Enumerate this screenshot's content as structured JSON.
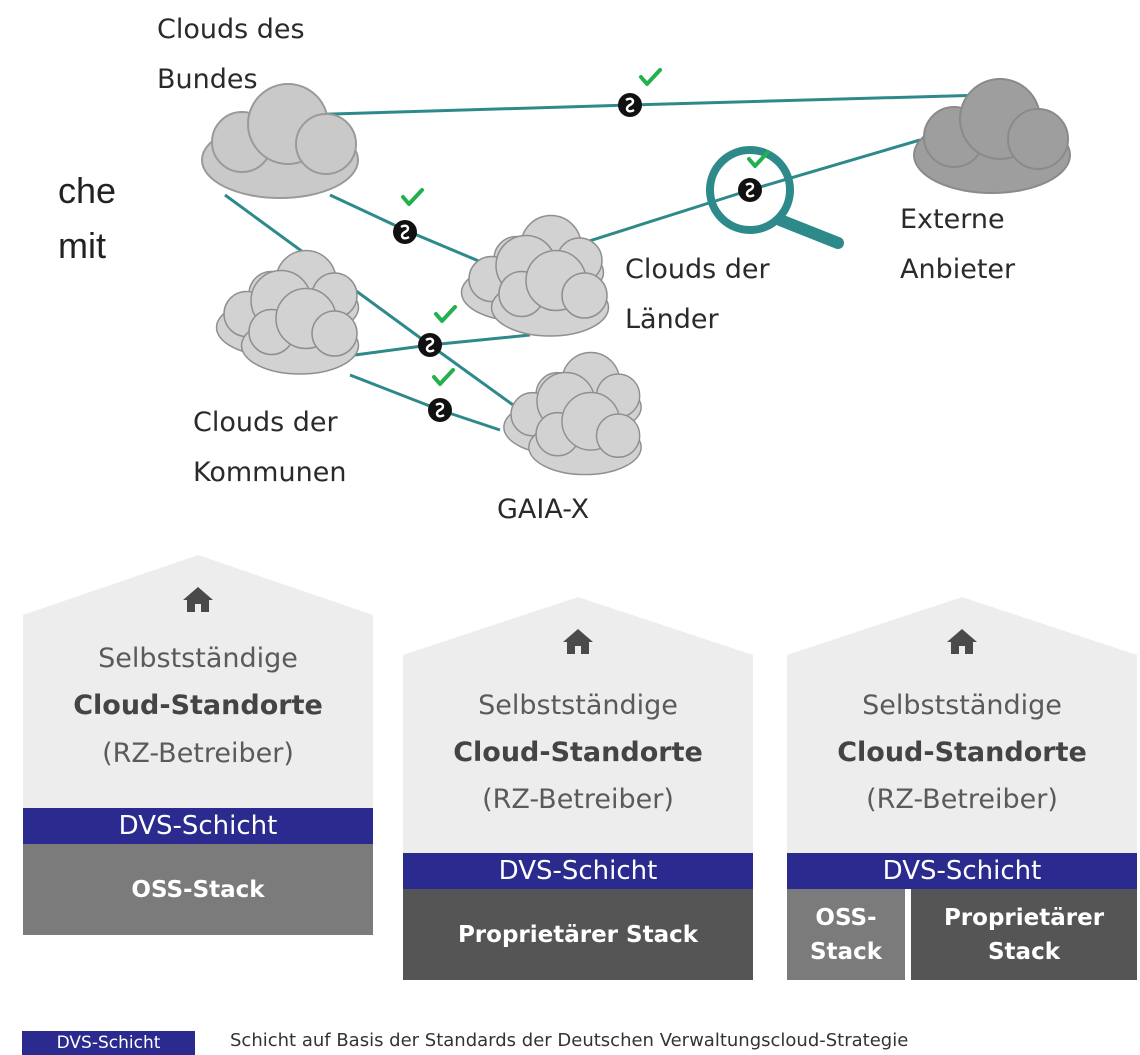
{
  "left_text": {
    "line1": "che",
    "line2": "mit"
  },
  "network": {
    "bund": [
      "Clouds des",
      "Bundes"
    ],
    "extern": [
      "Externe",
      "Anbieter"
    ],
    "laender": [
      "Clouds der",
      "Länder"
    ],
    "kommunen": [
      "Clouds der",
      "Kommunen"
    ],
    "gaia": "GAIA-X"
  },
  "houses": [
    {
      "line1": "Selbstständige",
      "line2": "Cloud-Standorte",
      "line3": "(RZ-Betreiber)",
      "dvs": "DVS-Schicht",
      "stack": "OSS-Stack"
    },
    {
      "line1": "Selbstständige",
      "line2": "Cloud-Standorte",
      "line3": "(RZ-Betreiber)",
      "dvs": "DVS-Schicht",
      "stack": "Proprietärer Stack"
    },
    {
      "line1": "Selbstständige",
      "line2": "Cloud-Standorte",
      "line3": "(RZ-Betreiber)",
      "dvs": "DVS-Schicht",
      "stack_a": [
        "OSS-",
        "Stack"
      ],
      "stack_b": [
        "Proprietärer",
        "Stack"
      ]
    }
  ],
  "legend": {
    "label": "DVS-Schicht",
    "text": "Schicht auf Basis der Standards der Deutschen Verwaltungscloud-Strategie"
  },
  "colors": {
    "line": "#2e8a8a",
    "cloud": "#cfcfcf",
    "check": "#22b14c",
    "dvs": "#2b2b8f",
    "oss": "#7b7b7b",
    "proprietary": "#555555"
  }
}
